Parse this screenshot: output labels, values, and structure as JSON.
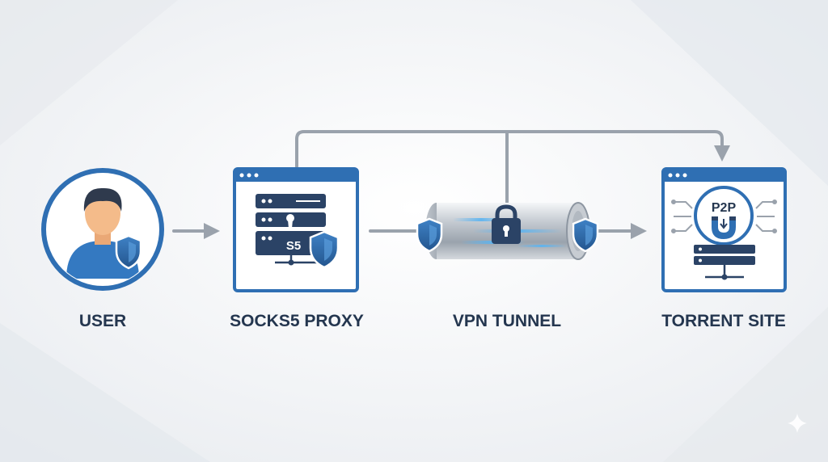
{
  "diagram": {
    "nodes": [
      {
        "id": "user",
        "label": "USER",
        "icon": "user-shield-icon"
      },
      {
        "id": "proxy",
        "label": "SOCKS5 PROXY",
        "icon": "server-stack-icon",
        "badge": "S5"
      },
      {
        "id": "vpn",
        "label": "VPN TUNNEL",
        "icon": "tunnel-lock-icon"
      },
      {
        "id": "torrent",
        "label": "TORRENT SITE",
        "icon": "p2p-magnet-icon",
        "badge": "P2P"
      }
    ],
    "connections": [
      {
        "from": "user",
        "to": "proxy",
        "style": "arrow"
      },
      {
        "from": "proxy",
        "to": "vpn",
        "style": "line"
      },
      {
        "from": "vpn",
        "to": "torrent",
        "style": "arrow"
      },
      {
        "from": "proxy",
        "to": "torrent",
        "style": "bypass-arrow",
        "joins": "vpn"
      }
    ]
  },
  "colors": {
    "accent": "#2f6fb3",
    "dark_navy": "#2b4366",
    "skin": "#f4bb8a",
    "hair": "#2f3a4d",
    "connector": "#9aa2ac",
    "label": "#24364f",
    "background": "#f1f3f6"
  }
}
